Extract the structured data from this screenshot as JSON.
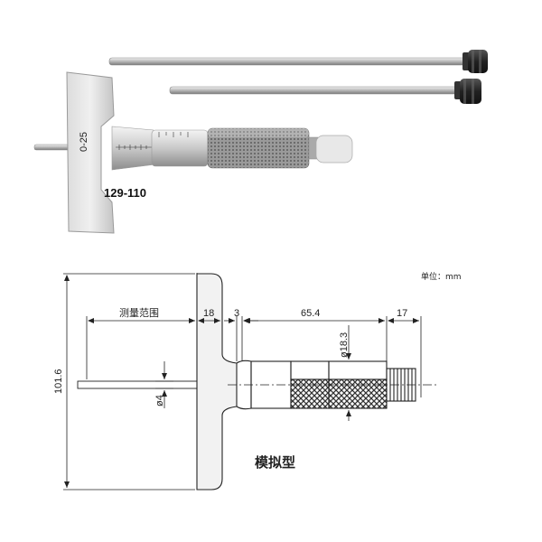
{
  "photo": {
    "model_number": "129-110"
  },
  "drawing": {
    "unit_note": "单位：mm",
    "measuring_range_label": "测量范围",
    "type_label": "模拟型",
    "dimensions": {
      "base_thickness": "18",
      "gap": "3",
      "barrel_length": "65.4",
      "thimble_end": "17",
      "height": "101.6",
      "rod_diameter": "ø4",
      "thimble_diameter": "ø18.3"
    }
  },
  "colors": {
    "line": "#222222",
    "metal_light": "#e4e4e4",
    "metal_dark": "#8a8a8a",
    "knurl": "#555555"
  }
}
